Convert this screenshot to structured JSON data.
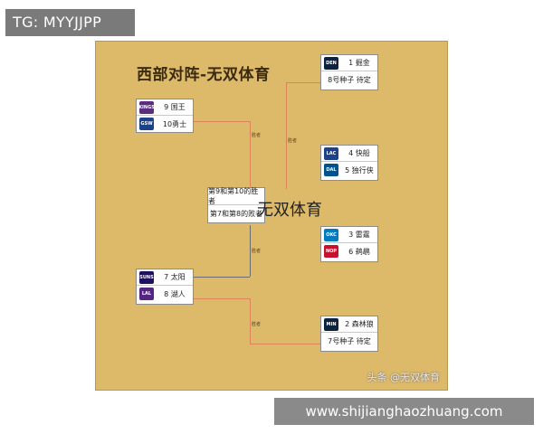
{
  "watermark_top": "TG: MYYJJPP",
  "watermark_bottom": "www.shijianghaozhuang.com",
  "title": "西部对阵-无双体育",
  "center_watermark": "无双体育",
  "corner_watermark": "头条 @无双体育",
  "connector_label": "胜者",
  "colors": {
    "board": "#ddb96a",
    "line": "#d9845a"
  },
  "left": {
    "top_pair": [
      {
        "logo": "kings-logo",
        "logo_text": "KINGS",
        "color": "#5a2d81",
        "label": "9 国王"
      },
      {
        "logo": "warriors-logo",
        "logo_text": "GSW",
        "color": "#1d428a",
        "label": "10勇士"
      }
    ],
    "bottom_pair": [
      {
        "logo": "suns-logo",
        "logo_text": "SUNS",
        "color": "#1d1160",
        "label": "7 太阳"
      },
      {
        "logo": "lakers-logo",
        "logo_text": "LAL",
        "color": "#552583",
        "label": "8 湖人"
      }
    ]
  },
  "middle": [
    {
      "label": "第9和第10的胜者"
    },
    {
      "label": "第7和第8的败者"
    }
  ],
  "right": [
    [
      {
        "logo": "nuggets-logo",
        "logo_text": "DEN",
        "color": "#0e2240",
        "label": "1 掘金"
      },
      {
        "logo": "",
        "logo_text": "",
        "color": "",
        "label": "8号种子 待定"
      }
    ],
    [
      {
        "logo": "clippers-logo",
        "logo_text": "LAC",
        "color": "#1d428a",
        "label": "4 快船"
      },
      {
        "logo": "mavericks-logo",
        "logo_text": "DAL",
        "color": "#00538c",
        "label": "5 独行侠"
      }
    ],
    [
      {
        "logo": "thunder-logo",
        "logo_text": "OKC",
        "color": "#007ac1",
        "label": "3 雷霆"
      },
      {
        "logo": "pelicans-logo",
        "logo_text": "NOP",
        "color": "#c8102e",
        "label": "6 鹈鹕"
      }
    ],
    [
      {
        "logo": "timberwolves-logo",
        "logo_text": "MIN",
        "color": "#0c2340",
        "label": "2 森林狼"
      },
      {
        "logo": "",
        "logo_text": "",
        "color": "",
        "label": "7号种子 待定"
      }
    ]
  ]
}
